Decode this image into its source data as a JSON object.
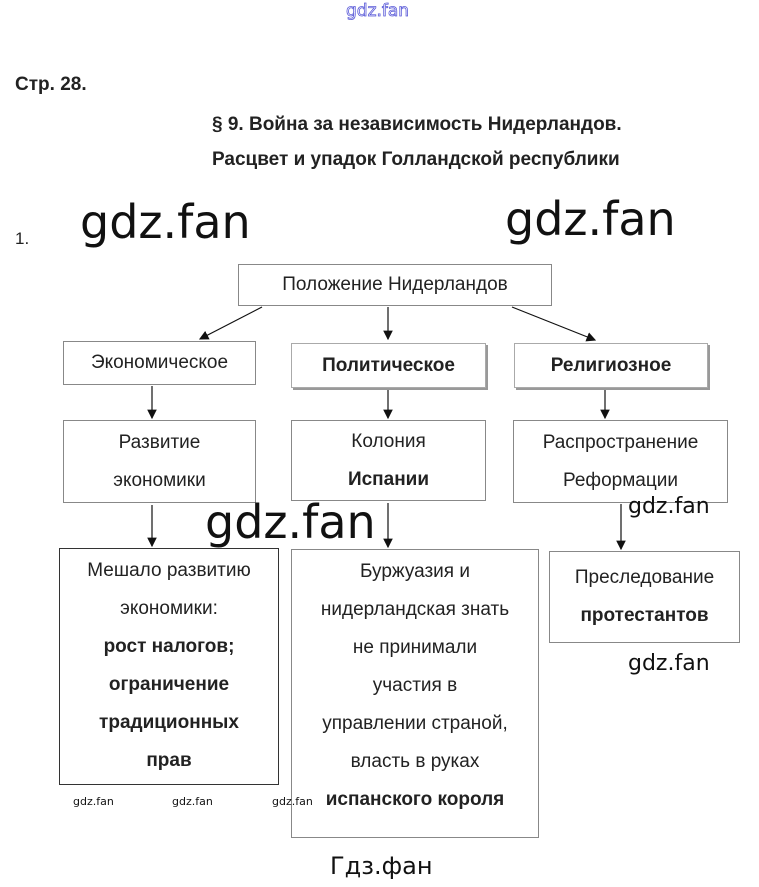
{
  "watermarks": {
    "top": "gdz.fan",
    "big_left": "gdz.fan",
    "big_right": "gdz.fan",
    "big_middle": "gdz.fan",
    "mid_right_1": "gdz.fan",
    "mid_right_2": "gdz.fan",
    "small_1": "gdz.fan",
    "small_2": "gdz.fan",
    "small_3": "gdz.fan",
    "bottom": "Гдз.фан"
  },
  "page_ref": "Стр. 28.",
  "title_line1": "§ 9. Война за независимость Нидерландов.",
  "title_line2": "Расцвет и упадок Голландской республики",
  "task_number": "1.",
  "diagram": {
    "root": "Положение Нидерландов",
    "categories": [
      "Экономическое",
      "Политическое",
      "Религиозное"
    ],
    "level2": {
      "econ": [
        "Развитие",
        "экономики"
      ],
      "pol": [
        "Колония",
        "Испании"
      ],
      "rel": [
        "Распространение",
        "Реформации"
      ]
    },
    "level3": {
      "econ": [
        "Мешало развитию",
        "экономики:",
        "рост налогов;",
        "ограничение",
        "традиционных",
        "прав"
      ],
      "pol": [
        "Буржуазия и",
        "нидерландская знать",
        "не принимали",
        "участия в",
        "управлении страной,",
        "власть в руках",
        "испанского короля"
      ],
      "rel": [
        "Преследование",
        "протестантов"
      ]
    }
  }
}
